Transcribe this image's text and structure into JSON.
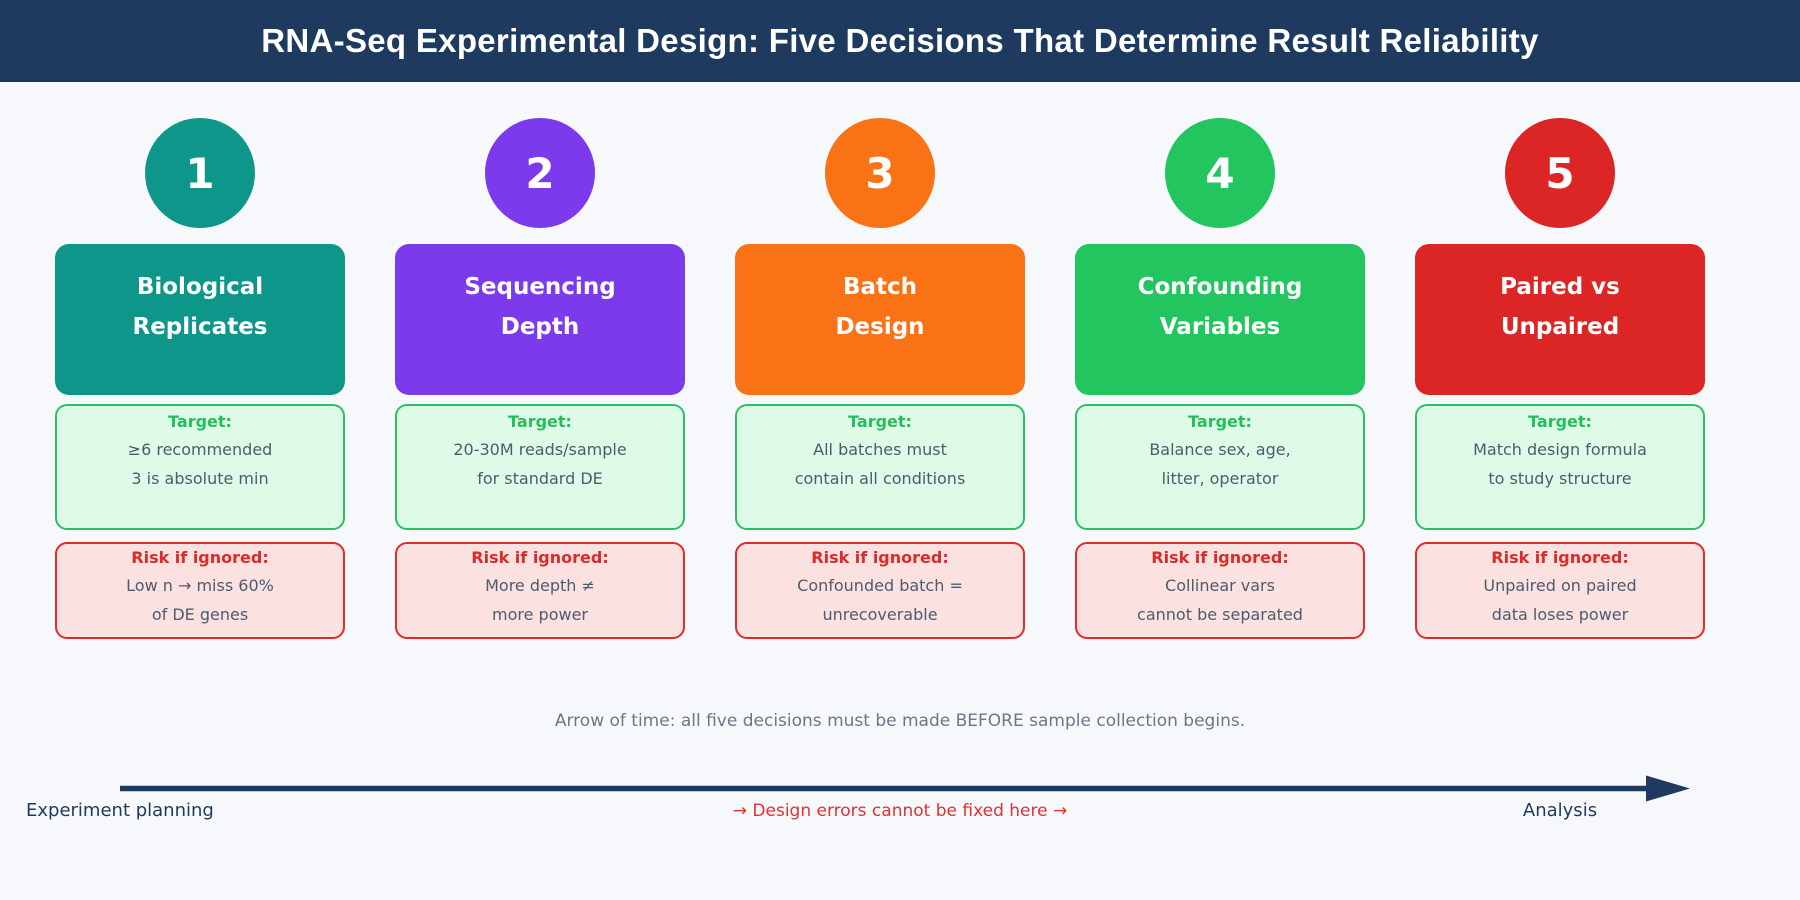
{
  "title": "RNA-Seq Experimental Design: Five Decisions That Determine Result Reliability",
  "colors": {
    "navy": "#1e3a5f",
    "page_bg": "#f7f8fb",
    "target_bg": "#ddfbe7",
    "target_border": "#2cc062",
    "target_label": "#27bd5c",
    "risk_bg": "#fce1e1",
    "risk_border": "#e02b2b",
    "risk_label": "#d92c2c",
    "body_text": "#4d5b6e",
    "caption_text": "#6b7787",
    "warning_red": "#e03131"
  },
  "decisions": [
    {
      "number": "1",
      "color": "#0e968a",
      "title_lines": [
        "Biological",
        "Replicates"
      ],
      "target_label": "Target:",
      "target_lines": [
        "≥6 recommended",
        "3 is absolute min"
      ],
      "risk_label": "Risk if ignored:",
      "risk_lines": [
        "Low n → miss 60%",
        "of DE genes"
      ]
    },
    {
      "number": "2",
      "color": "#7c3aed",
      "title_lines": [
        "Sequencing",
        "Depth"
      ],
      "target_label": "Target:",
      "target_lines": [
        "20-30M reads/sample",
        "for standard DE"
      ],
      "risk_label": "Risk if ignored:",
      "risk_lines": [
        "More depth ≠",
        "more power"
      ]
    },
    {
      "number": "3",
      "color": "#f97316",
      "title_lines": [
        "Batch",
        "Design"
      ],
      "target_label": "Target:",
      "target_lines": [
        "All batches must",
        "contain all conditions"
      ],
      "risk_label": "Risk if ignored:",
      "risk_lines": [
        "Confounded batch =",
        "unrecoverable"
      ]
    },
    {
      "number": "4",
      "color": "#22c55e",
      "title_lines": [
        "Confounding",
        "Variables"
      ],
      "target_label": "Target:",
      "target_lines": [
        "Balance sex, age,",
        "litter, operator"
      ],
      "risk_label": "Risk if ignored:",
      "risk_lines": [
        "Collinear vars",
        "cannot be separated"
      ]
    },
    {
      "number": "5",
      "color": "#dc2626",
      "title_lines": [
        "Paired vs",
        "Unpaired"
      ],
      "target_label": "Target:",
      "target_lines": [
        "Match design formula",
        "to study structure"
      ],
      "risk_label": "Risk if ignored:",
      "risk_lines": [
        "Unpaired on paired",
        "data loses power"
      ]
    }
  ],
  "timeline": {
    "caption": "Arrow of time: all five decisions must be made BEFORE sample collection begins.",
    "left_label": "Experiment planning",
    "center_label": "→ Design errors cannot be fixed here →",
    "right_label": "Analysis"
  }
}
